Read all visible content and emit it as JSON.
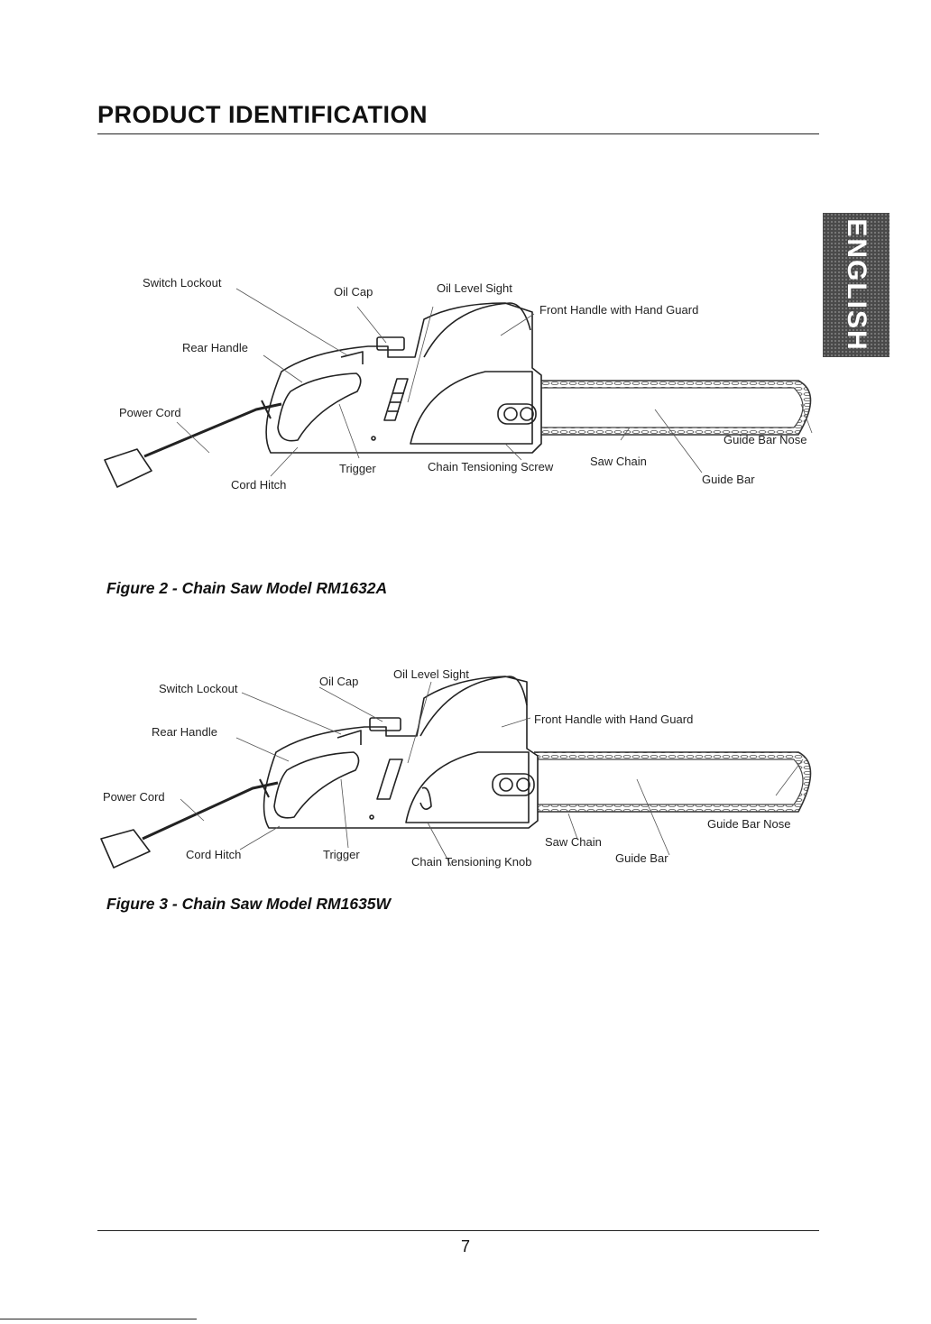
{
  "page": {
    "heading": "PRODUCT IDENTIFICATION",
    "language_tab": "ENGLISH",
    "page_number": "7"
  },
  "figure2": {
    "caption": "Figure 2 - Chain Saw Model RM1632A",
    "labels": {
      "switch_lockout": "Switch Lockout",
      "oil_cap": "Oil Cap",
      "oil_level_sight": "Oil Level Sight",
      "front_handle": "Front Handle with Hand Guard",
      "rear_handle": "Rear Handle",
      "power_cord": "Power Cord",
      "trigger": "Trigger",
      "chain_tensioning": "Chain Tensioning Screw",
      "saw_chain": "Saw Chain",
      "guide_bar_nose": "Guide Bar Nose",
      "guide_bar": "Guide Bar",
      "cord_hitch": "Cord Hitch"
    }
  },
  "figure3": {
    "caption": "Figure 3 - Chain Saw Model RM1635W",
    "labels": {
      "switch_lockout": "Switch Lockout",
      "oil_cap": "Oil Cap",
      "oil_level_sight": "Oil Level Sight",
      "front_handle": "Front Handle with Hand Guard",
      "rear_handle": "Rear Handle",
      "power_cord": "Power Cord",
      "trigger": "Trigger",
      "chain_tensioning": "Chain Tensioning Knob",
      "saw_chain": "Saw Chain",
      "guide_bar_nose": "Guide Bar Nose",
      "guide_bar": "Guide Bar",
      "cord_hitch": "Cord Hitch"
    }
  }
}
